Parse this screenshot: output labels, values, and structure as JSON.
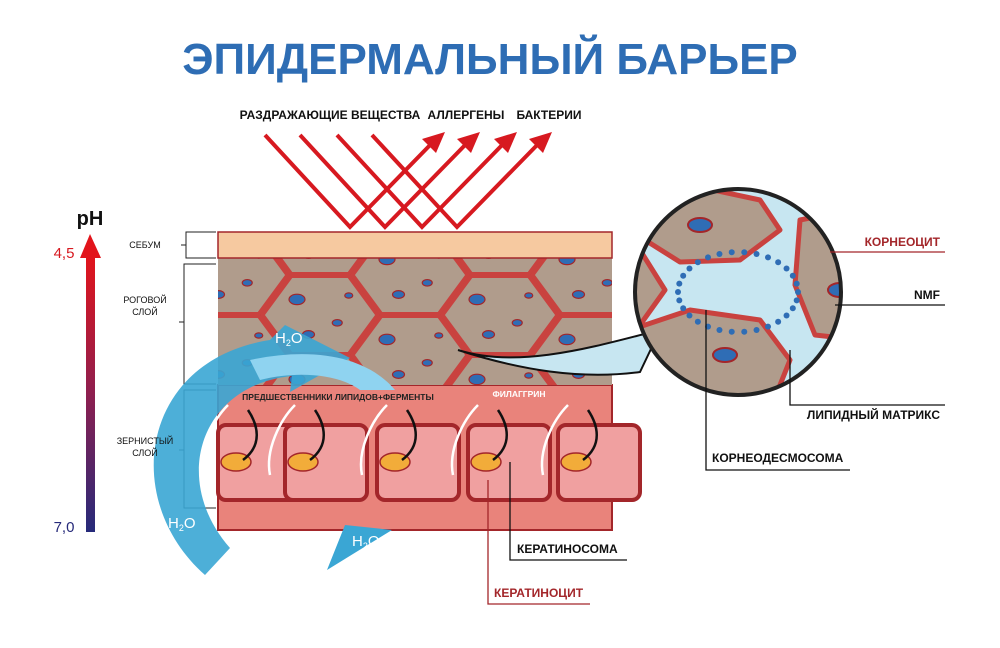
{
  "title": "ЭПИДЕРМАЛЬНЫЙ БАРЬЕР",
  "threats": [
    "РАЗДРАЖАЮЩИЕ ВЕЩЕСТВА",
    "АЛЛЕРГЕНЫ",
    "БАКТЕРИИ"
  ],
  "ph": {
    "label": "pH",
    "top": "4,5",
    "bottom": "7,0"
  },
  "layers": {
    "sebum": "СЕБУМ",
    "horny_1": "РОГОВОЙ",
    "horny_2": "СЛОЙ",
    "granular_1": "ЗЕРНИСТЫЙ",
    "granular_2": "СЛОЙ"
  },
  "inner_labels": {
    "precursors": "ПРЕДШЕСТВЕННИКИ ЛИПИДОВ+ФЕРМЕНТЫ",
    "filaggrin": "ФИЛАГГРИН"
  },
  "water": {
    "h": "H",
    "sub": "2",
    "o": "O"
  },
  "callouts": {
    "corneocyte": "КОРНЕОЦИТ",
    "nmf": "NMF",
    "lipid_matrix": "ЛИПИДНЫЙ МАТРИКС",
    "corneodesmosome": "КОРНЕОДЕСМОСОМА",
    "keratinosome": "КЕРАТИНОСОМА",
    "keratinocyte": "КЕРАТИНОЦИТ"
  },
  "colors": {
    "title": "#2e6db4",
    "arrow": "#d71920",
    "sebum": "#f6c9a0",
    "cell": "#b09c8c",
    "border": "#c9423f",
    "granular": "#e9837b",
    "water": "#3aa6d4",
    "accent_label": "#a3262a"
  }
}
